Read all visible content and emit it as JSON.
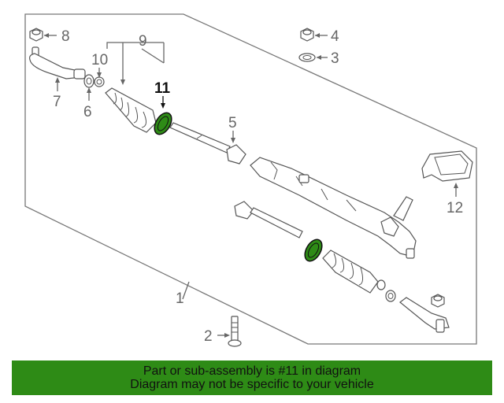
{
  "callouts": {
    "c1": "1",
    "c2": "2",
    "c3": "3",
    "c4": "4",
    "c5": "5",
    "c6": "6",
    "c7": "7",
    "c8": "8",
    "c9": "9",
    "c10": "10",
    "c11": "11",
    "c12": "12"
  },
  "highlight": {
    "part": "11",
    "color": "#2e8b16"
  },
  "banner": {
    "line1": "Part or sub-assembly is #11 in diagram",
    "line2": "Diagram may not be specific to your vehicle",
    "background": "#2e8b16"
  }
}
